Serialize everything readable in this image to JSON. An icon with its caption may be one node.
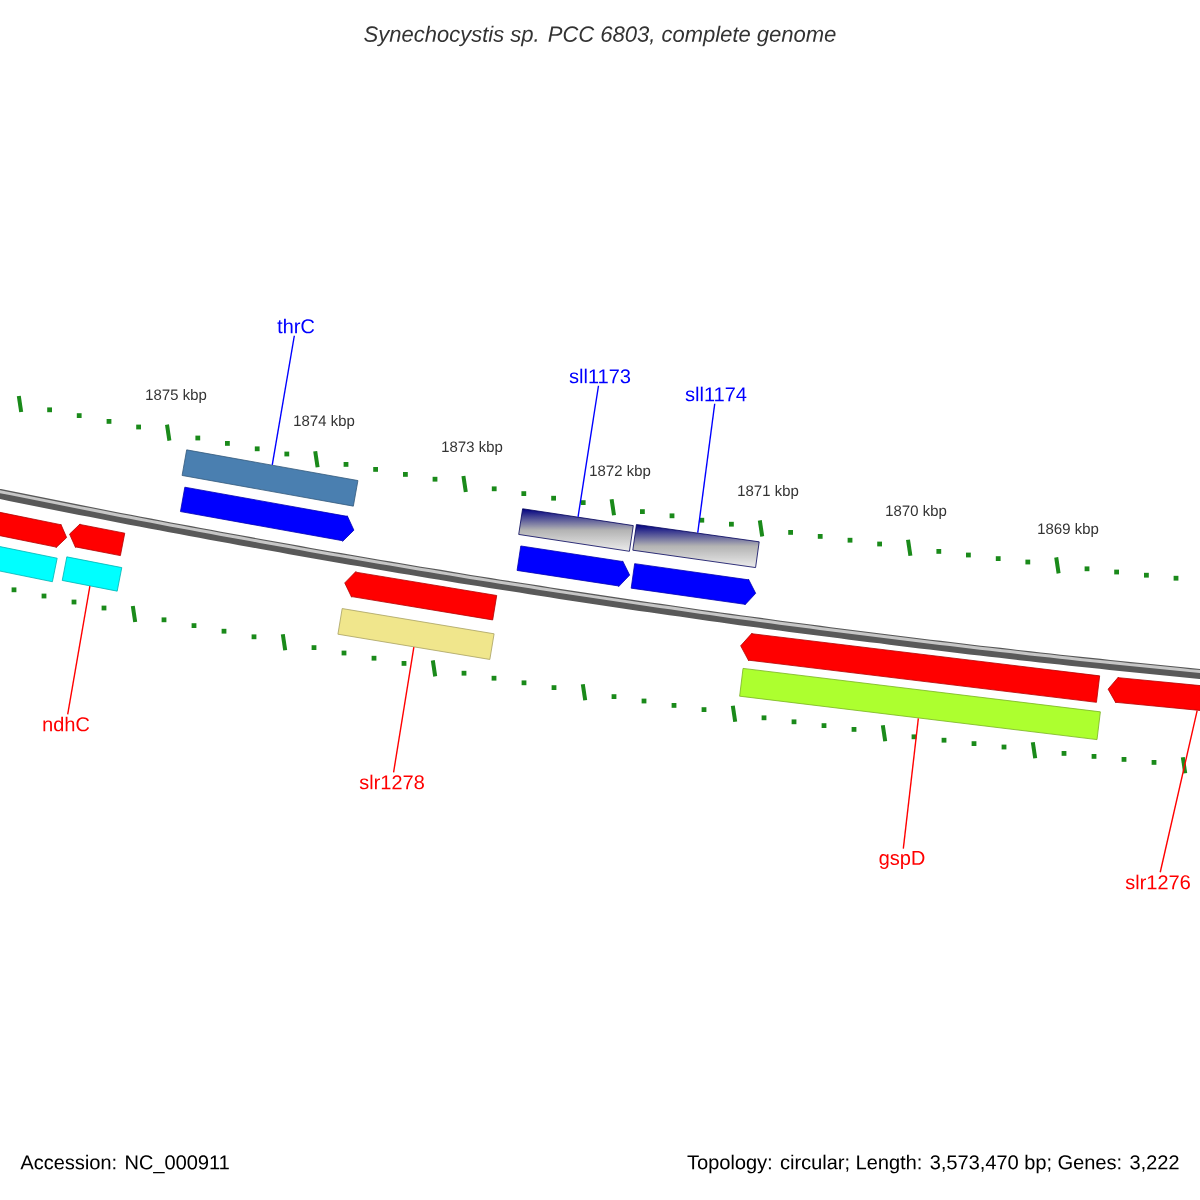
{
  "diagram": {
    "title": "Synechocystis sp. PCC 6803, complete genome",
    "nodes": [
      {
        "text": [
          "thrC"
        ]
      },
      {
        "text": [
          "sll1173"
        ]
      },
      {
        "text": [
          "sll1174"
        ]
      },
      {
        "text": [],
        "shape": "pentagon"
      },
      {
        "text": [],
        "shape": "bar"
      },
      {
        "text": [],
        "shape": "pentagon"
      },
      {
        "text": [],
        "shape": "bar"
      },
      {
        "text": [],
        "shape": "bar"
      },
      {
        "text": [],
        "shape": "pentagon"
      },
      {
        "text": [],
        "shape": "bar"
      },
      {
        "text": [],
        "shape": "pentagon"
      },
      {
        "text": [],
        "shape": "bar"
      },
      {
        "text": [],
        "shape": "pentagon"
      },
      {
        "text": [],
        "shape": "pentagon"
      },
      {
        "text": [],
        "shape": "bar"
      },
      {
        "text": [],
        "shape": "pentagon"
      },
      {
        "text": [],
        "shape": "bar"
      },
      {
        "text": [],
        "shape": "pentagon"
      },
      {
        "text": [
          "ndhC"
        ]
      },
      {
        "text": [
          "slr1278"
        ]
      },
      {
        "text": [
          "gspD"
        ]
      },
      {
        "text": [
          "slr1276"
        ]
      }
    ],
    "edges": [
      {
        "from": 0,
        "to": 7,
        "arrow": "none",
        "color": "#0000ff"
      },
      {
        "from": 1,
        "to": 9,
        "arrow": "none",
        "color": "#0000ff"
      },
      {
        "from": 2,
        "to": 11,
        "arrow": "none",
        "color": "#0000ff"
      },
      {
        "from": 18,
        "to": 6,
        "arrow": "none"
      },
      {
        "from": 19,
        "to": 14,
        "arrow": "none"
      },
      {
        "from": 20,
        "to": 16,
        "arrow": "none"
      },
      {
        "from": 21,
        "to": 17,
        "arrow": "none"
      }
    ],
    "labels": [
      "1875 kbp",
      "1874 kbp",
      "1873 kbp",
      "1872 kbp",
      "1871 kbp",
      "1870 kbp",
      "1869 kbp",
      "Accession: NC_000911",
      "Topology: circular; Length: 3,573,470 bp; Genes: 3,222"
    ]
  }
}
